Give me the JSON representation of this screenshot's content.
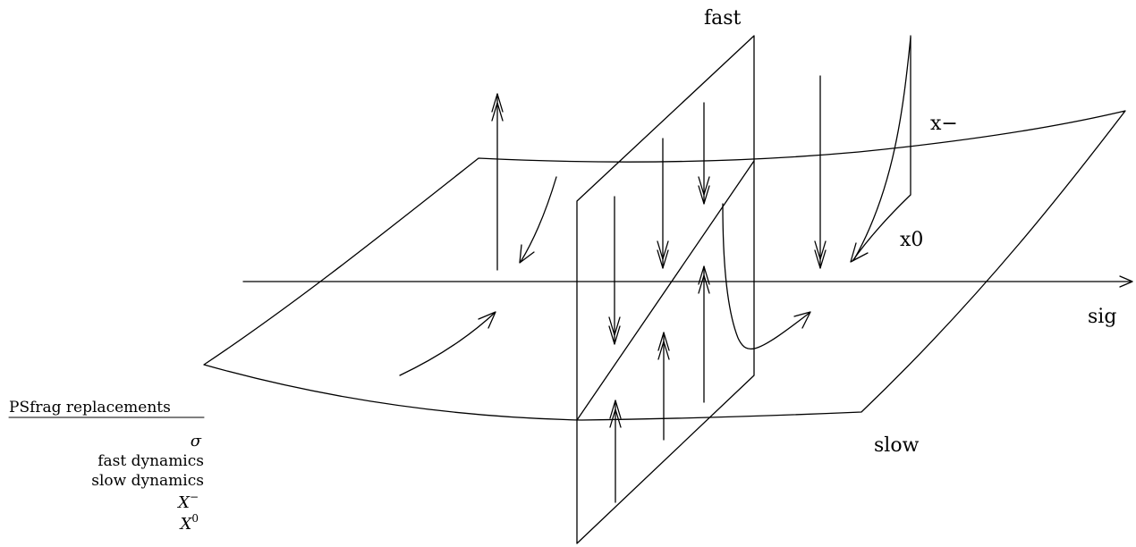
{
  "labels": {
    "fast": "fast",
    "x_minus": "x−",
    "x0": "x0",
    "sig": "sig",
    "slow": "slow"
  },
  "psfrag": {
    "heading": "PSfrag replacements",
    "sigma": "σ",
    "fast_dynamics": "fast dynamics",
    "slow_dynamics": "slow dynamics",
    "x_minus_base": "X",
    "x_minus_sup": "−",
    "x_zero_base": "X",
    "x_zero_sup": "0"
  }
}
